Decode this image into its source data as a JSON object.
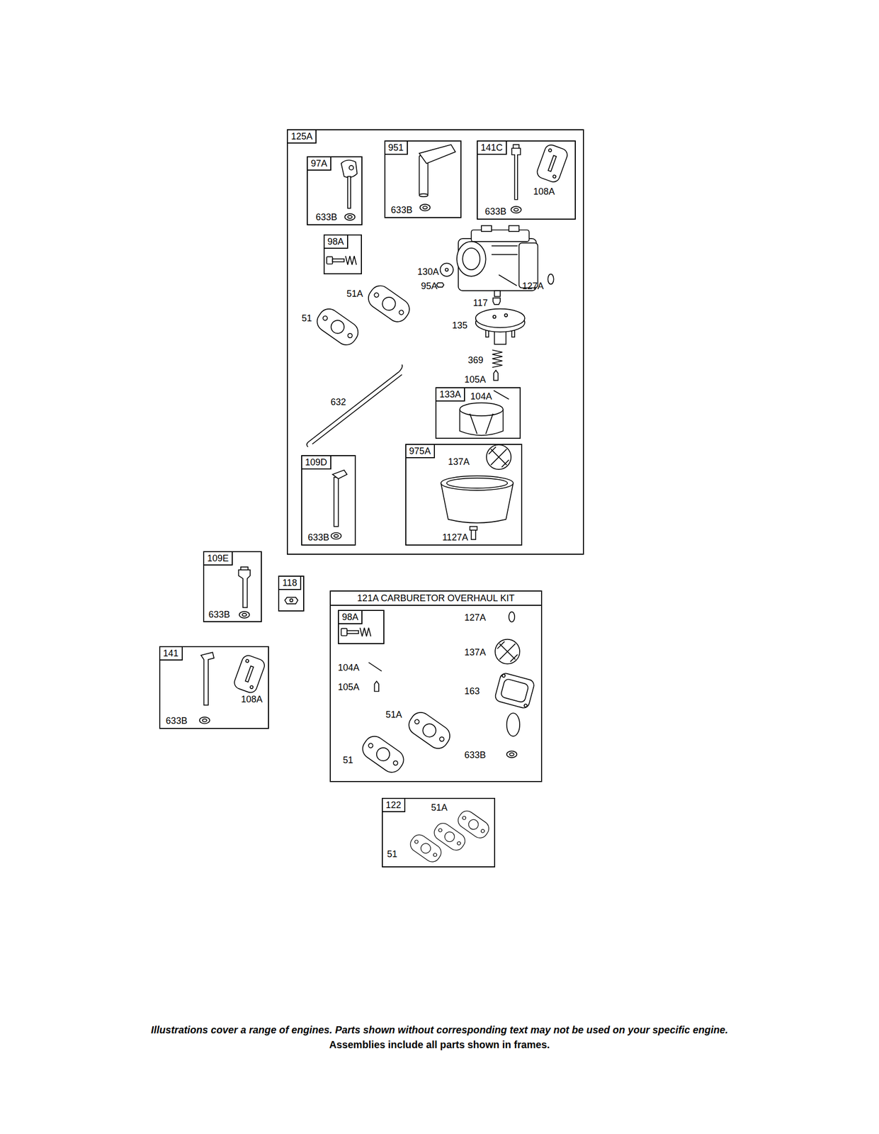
{
  "diagram": {
    "nodes": [
      {
        "text": [
          "125A",
          "51A",
          "51",
          "130A",
          "95A",
          "127A",
          "117",
          "135",
          "369",
          "105A",
          "632"
        ]
      },
      {
        "text": [
          "97A",
          "633B"
        ],
        "in": 0
      },
      {
        "text": [
          "951",
          "633B"
        ],
        "in": 0
      },
      {
        "text": [
          "141C",
          "108A",
          "633B"
        ],
        "in": 0
      },
      {
        "text": [
          "98A"
        ],
        "in": 0
      },
      {
        "text": [
          "133A",
          "104A"
        ],
        "in": 0
      },
      {
        "text": [
          "975A",
          "137A",
          "1127A"
        ],
        "in": 0
      },
      {
        "text": [
          "109D",
          "633B"
        ],
        "in": 0
      },
      {
        "text": [
          "109E",
          "633B"
        ]
      },
      {
        "text": [
          "118"
        ]
      },
      {
        "text": [
          "141",
          "108A",
          "633B"
        ]
      },
      {
        "text": [
          "121A CARBURETOR OVERHAUL KIT",
          "127A",
          "137A",
          "104A",
          "105A",
          "163",
          "51A",
          "51",
          "633B"
        ]
      },
      {
        "text": [
          "98A"
        ],
        "in": 11
      },
      {
        "text": [
          "122",
          "51A",
          "51"
        ]
      }
    ],
    "labels": [
      "Illustrations cover a range of engines. Parts shown without corresponding text may not be used on your specific engine.",
      "Assemblies include all parts shown in frames."
    ]
  }
}
